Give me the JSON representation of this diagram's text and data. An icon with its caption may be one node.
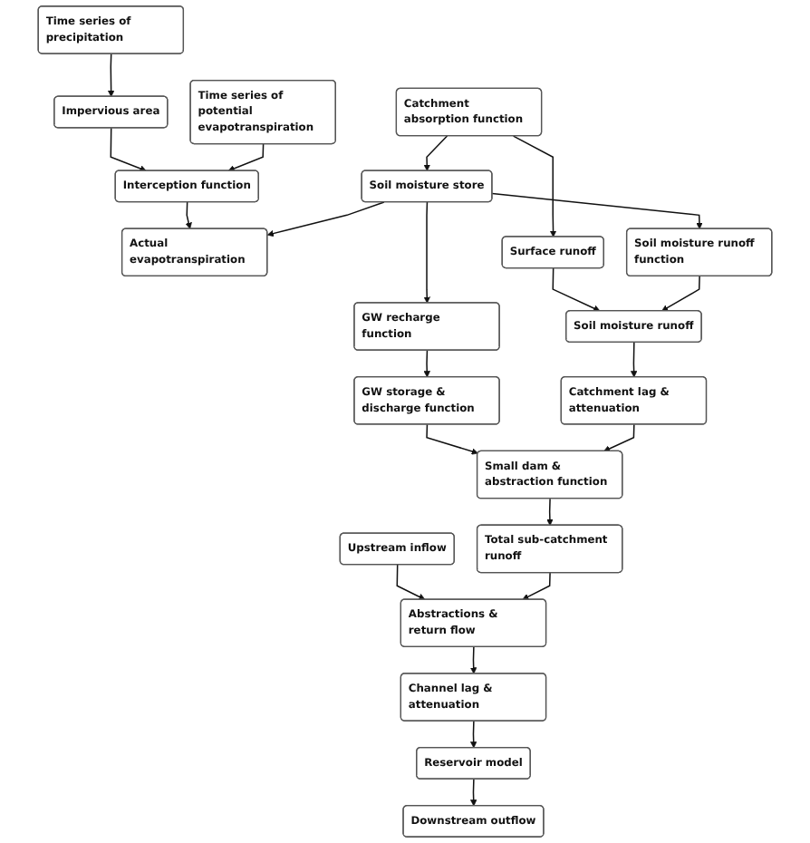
{
  "diagram": {
    "nodes": [
      {
        "text": [
          "Time series of precipitation"
        ]
      },
      {
        "text": [
          "Impervious area"
        ]
      },
      {
        "text": [
          "Time series of potential evapotranspiration"
        ]
      },
      {
        "text": [
          "Interception function"
        ]
      },
      {
        "text": [
          "Actual evapotranspiration"
        ]
      },
      {
        "text": [
          "Catchment absorption function"
        ]
      },
      {
        "text": [
          "Surface runoff"
        ]
      },
      {
        "text": [
          "Soil moisture store"
        ]
      },
      {
        "text": [
          "GW recharge function"
        ]
      },
      {
        "text": [
          "Soil moisture runoff function"
        ]
      },
      {
        "text": [
          "Soil moisture runoff"
        ]
      },
      {
        "text": [
          "GW storage & discharge function"
        ]
      },
      {
        "text": [
          "Catchment lag & attenuation"
        ]
      },
      {
        "text": [
          "Small dam & abstraction function"
        ]
      },
      {
        "text": [
          "Upstream inflow"
        ]
      },
      {
        "text": [
          "Total sub-catchment runoff"
        ]
      },
      {
        "text": [
          "Abstractions & return flow"
        ]
      },
      {
        "text": [
          "Channel lag & attenuation"
        ]
      },
      {
        "text": [
          "Reservoir model"
        ]
      },
      {
        "text": [
          "Downstream outflow"
        ]
      }
    ],
    "edges": [
      {
        "from": 0,
        "to": 1,
        "arrow": "to"
      },
      {
        "from": 1,
        "to": 3,
        "arrow": "to"
      },
      {
        "from": 2,
        "to": 3,
        "arrow": "to"
      },
      {
        "from": 3,
        "to": 4,
        "arrow": "to"
      },
      {
        "from": 5,
        "to": 6,
        "arrow": "to"
      },
      {
        "from": 5,
        "to": 7,
        "arrow": "to"
      },
      {
        "from": 7,
        "to": 4,
        "arrow": "to"
      },
      {
        "from": 6,
        "to": 10,
        "arrow": "to"
      },
      {
        "from": 7,
        "to": 8,
        "arrow": "to"
      },
      {
        "from": 7,
        "to": 9,
        "arrow": "to"
      },
      {
        "from": 9,
        "to": 10,
        "arrow": "to"
      },
      {
        "from": 8,
        "to": 11,
        "arrow": "to"
      },
      {
        "from": 10,
        "to": 12,
        "arrow": "to"
      },
      {
        "from": 11,
        "to": 13,
        "arrow": "to"
      },
      {
        "from": 12,
        "to": 13,
        "arrow": "to"
      },
      {
        "from": 13,
        "to": 15,
        "arrow": "to"
      },
      {
        "from": 14,
        "to": 16,
        "arrow": "to"
      },
      {
        "from": 15,
        "to": 16,
        "arrow": "to"
      },
      {
        "from": 16,
        "to": 17,
        "arrow": "to"
      },
      {
        "from": 17,
        "to": 18,
        "arrow": "to"
      },
      {
        "from": 18,
        "to": 19,
        "arrow": "to"
      }
    ]
  }
}
